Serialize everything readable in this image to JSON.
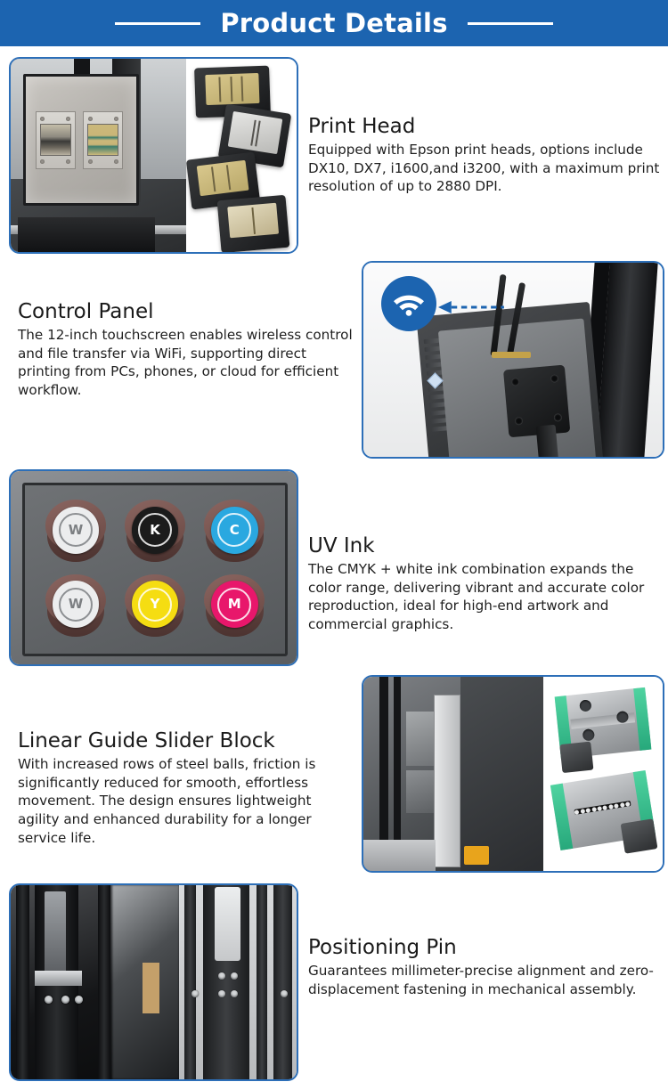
{
  "header": {
    "title": "Product Details",
    "brand_color": "#1c64b0",
    "rule_color": "#ffffff"
  },
  "sections": [
    {
      "id": "print-head",
      "layout": "image-left",
      "title": "Print Head",
      "description": "Equipped with Epson print heads, options include DX10, DX7, i1600,and i3200, with a maximum print resolution of up to 2880 DPI.",
      "image_alt": "Print head carriage plate with two installed print heads and four Epson print head units"
    },
    {
      "id": "control-panel",
      "layout": "image-right",
      "title": "Control Panel",
      "description": "The 12-inch touchscreen enables wireless control and file transfer via WiFi, supporting direct printing from PCs, phones, or cloud for efficient workflow.",
      "image_alt": "Rear of touchscreen control panel with dual WiFi antennas and a WiFi badge",
      "badge_icon": "wifi-icon",
      "arrow_icon": "dashed-left-arrow-icon"
    },
    {
      "id": "uv-ink",
      "layout": "image-left",
      "title": "UV Ink",
      "description": "The CMYK + white ink combination expands the color range, delivering vibrant and accurate color reproduction, ideal for high-end artwork and commercial graphics.",
      "image_alt": "Six ink tank caps arranged in a two by three grid"
    },
    {
      "id": "linear-guide-slider-block",
      "layout": "image-right",
      "title": "Linear Guide Slider Block",
      "description": "With increased rows of steel balls, friction is significantly reduced for smooth, effortless movement. The design ensures lightweight agility and enhanced durability for a longer service life.",
      "image_alt": "Machine interior linear rail beside two linear guide slider blocks"
    },
    {
      "id": "positioning-pin",
      "layout": "image-left",
      "title": "Positioning Pin",
      "description": "Guarantees millimeter-precise alignment and zero-displacement fastening in mechanical assembly.",
      "image_alt": "Black machine columns with precision positioning pins"
    }
  ],
  "ink_caps": [
    {
      "name": "White",
      "letter": "W",
      "label_bg": "#ecedee",
      "label_fg": "#6f7174"
    },
    {
      "name": "Black",
      "letter": "K",
      "label_bg": "#1b1b1b",
      "label_fg": "#ffffff"
    },
    {
      "name": "Cyan",
      "letter": "C",
      "label_bg": "#2aa8e0",
      "label_fg": "#ffffff"
    },
    {
      "name": "White",
      "letter": "W",
      "label_bg": "#ecedee",
      "label_fg": "#6f7174"
    },
    {
      "name": "Yellow",
      "letter": "Y",
      "label_bg": "#f5dd12",
      "label_fg": "#ffffff"
    },
    {
      "name": "Magenta",
      "letter": "M",
      "label_bg": "#e8176b",
      "label_fg": "#ffffff"
    }
  ]
}
